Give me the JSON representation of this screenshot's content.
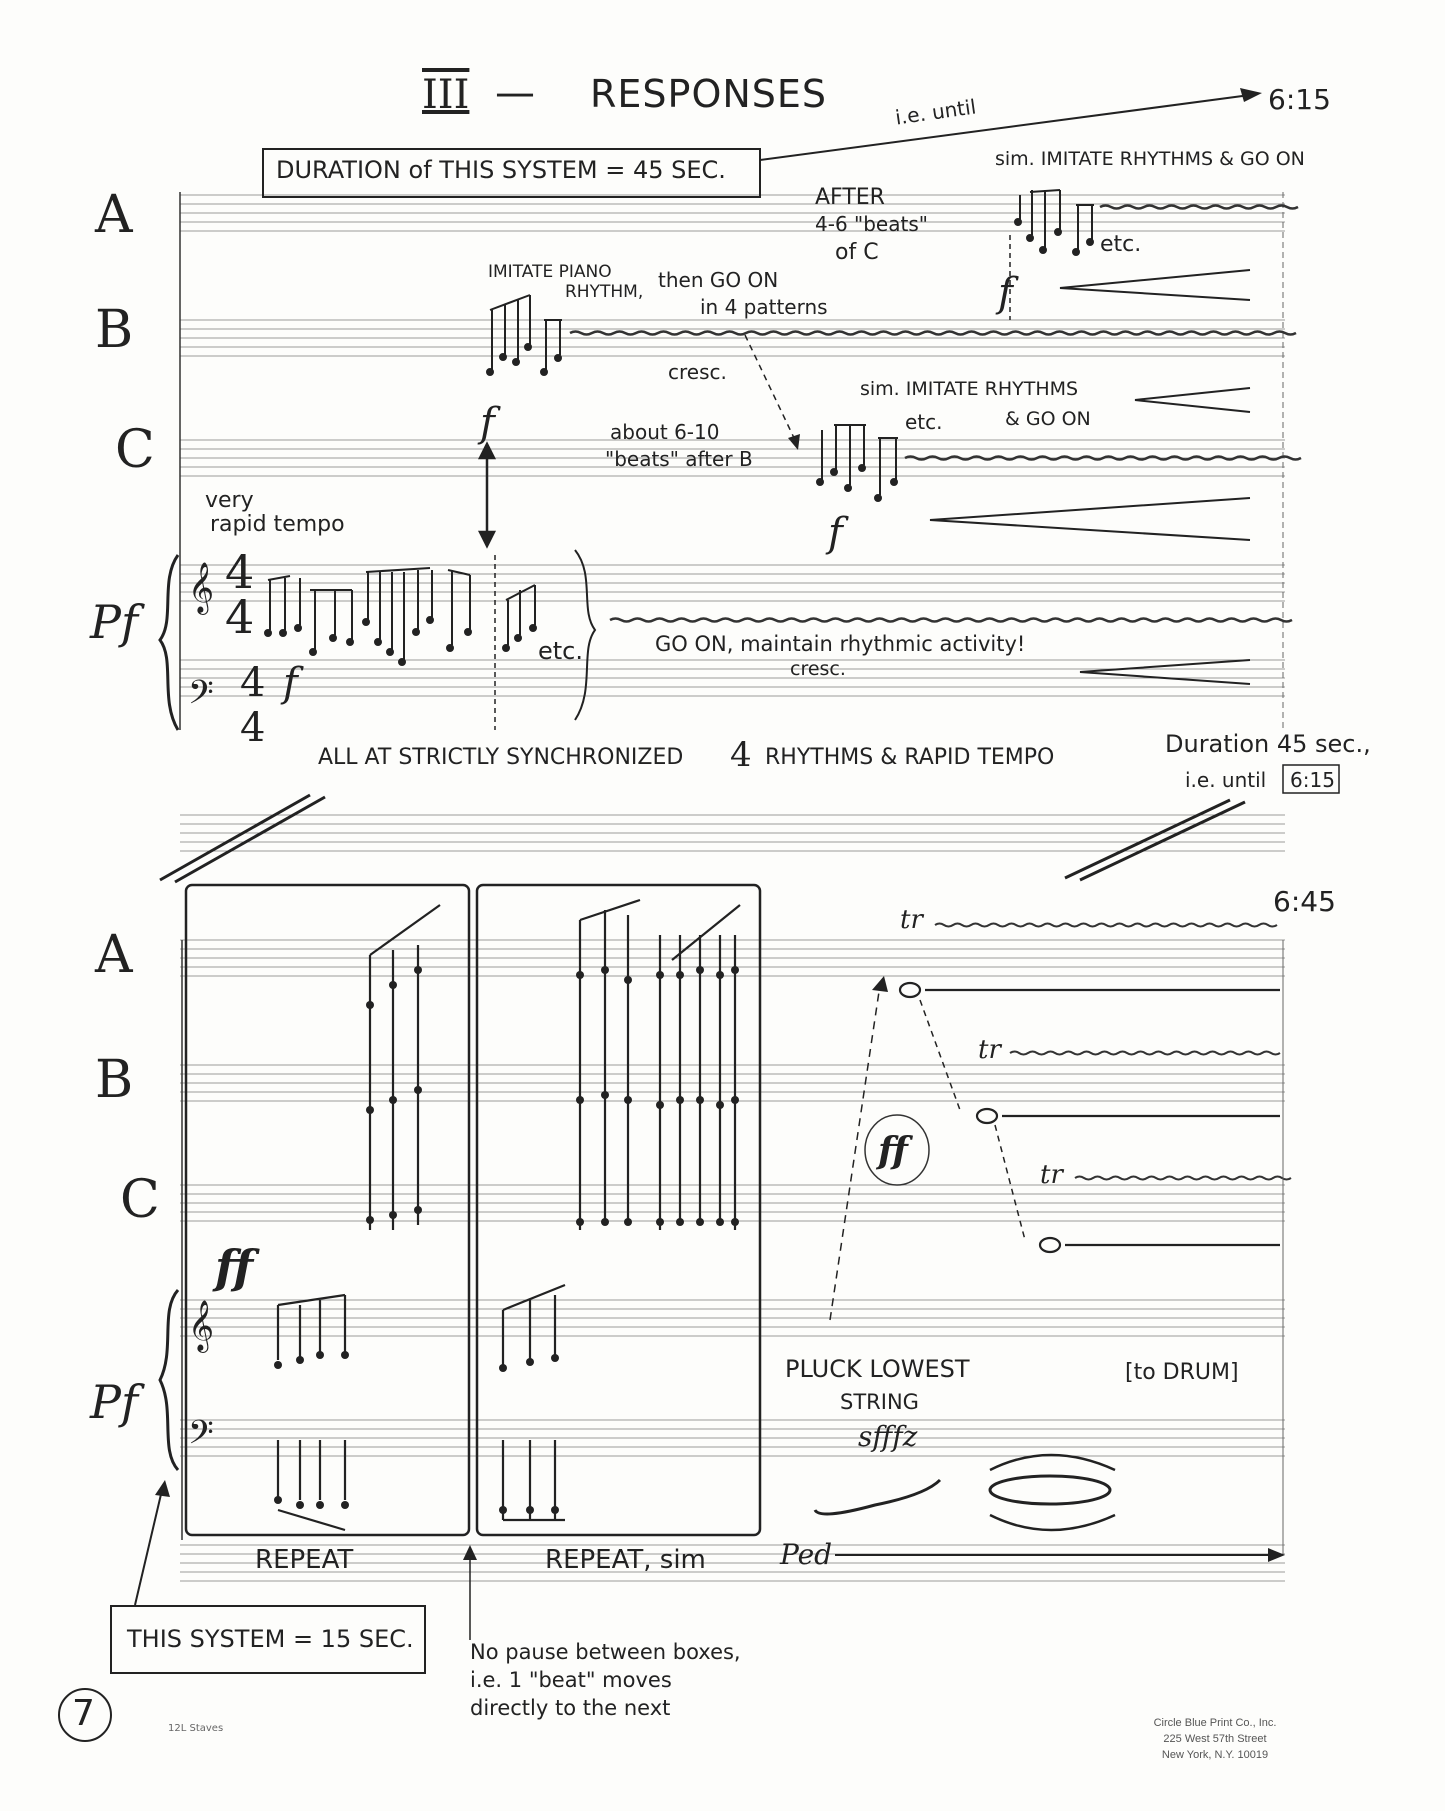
{
  "title": {
    "number": "III",
    "name": "RESPONSES"
  },
  "time_markers": {
    "until_label": "i.e. until",
    "top_time": "6:15",
    "second_time": "6:45"
  },
  "system1": {
    "duration_label": "DURATION of THIS SYSTEM = 45 SEC.",
    "instruments": [
      "A",
      "B",
      "C",
      "Pf"
    ],
    "a_instruction": "sim. IMITATE RHYTHMS & GO ON",
    "a_after": "AFTER",
    "a_beats": "4-6 \"beats\"",
    "a_of_c": "of C",
    "a_etc": "etc.",
    "b_instruction_1": "IMITATE PIANO",
    "b_instruction_2": "RHYTHM,",
    "b_then": "then GO ON",
    "b_patterns": "in 4 patterns",
    "b_cresc": "cresc.",
    "c_instruction_1": "sim. IMITATE RHYTHMS",
    "c_instruction_2": "& GO ON",
    "c_etc": "etc.",
    "c_about": "about 6-10",
    "c_beats_after": "\"beats\" after B",
    "pf_tempo_1": "very",
    "pf_tempo_2": "rapid tempo",
    "pf_etc": "etc.",
    "pf_go_on": "GO ON, maintain rhythmic activity!",
    "pf_cresc": "cresc.",
    "dynamic_f": "f",
    "time_sig": "4",
    "footer_instruction": "ALL AT STRICTLY SYNCHRONIZED",
    "footer_instruction_2": "RHYTHMS & RAPID TEMPO",
    "duration_note_1": "Duration 45 sec.,",
    "duration_note_2": "i.e. until",
    "duration_note_time": "6:15"
  },
  "system2": {
    "instruments": [
      "A",
      "B",
      "C",
      "Pf"
    ],
    "dynamic_ff": "ff",
    "dynamic_fff": "ff",
    "trill": "tr",
    "repeat_1": "REPEAT",
    "repeat_2": "REPEAT, sim",
    "pluck_1": "PLUCK LOWEST",
    "pluck_2": "STRING",
    "sfffz": "sfffz",
    "to_drum": "[to DRUM]",
    "ped": "Ped",
    "system_duration": "THIS SYSTEM = 15 SEC.",
    "no_pause_1": "No pause between boxes,",
    "no_pause_2": "i.e. 1 \"beat\" moves",
    "no_pause_3": "directly to the next"
  },
  "page_number": "7",
  "paper_label": "12L Staves",
  "printer": [
    "Circle Blue Print Co., Inc.",
    "225 West 57th Street",
    "New York, N.Y. 10019"
  ]
}
